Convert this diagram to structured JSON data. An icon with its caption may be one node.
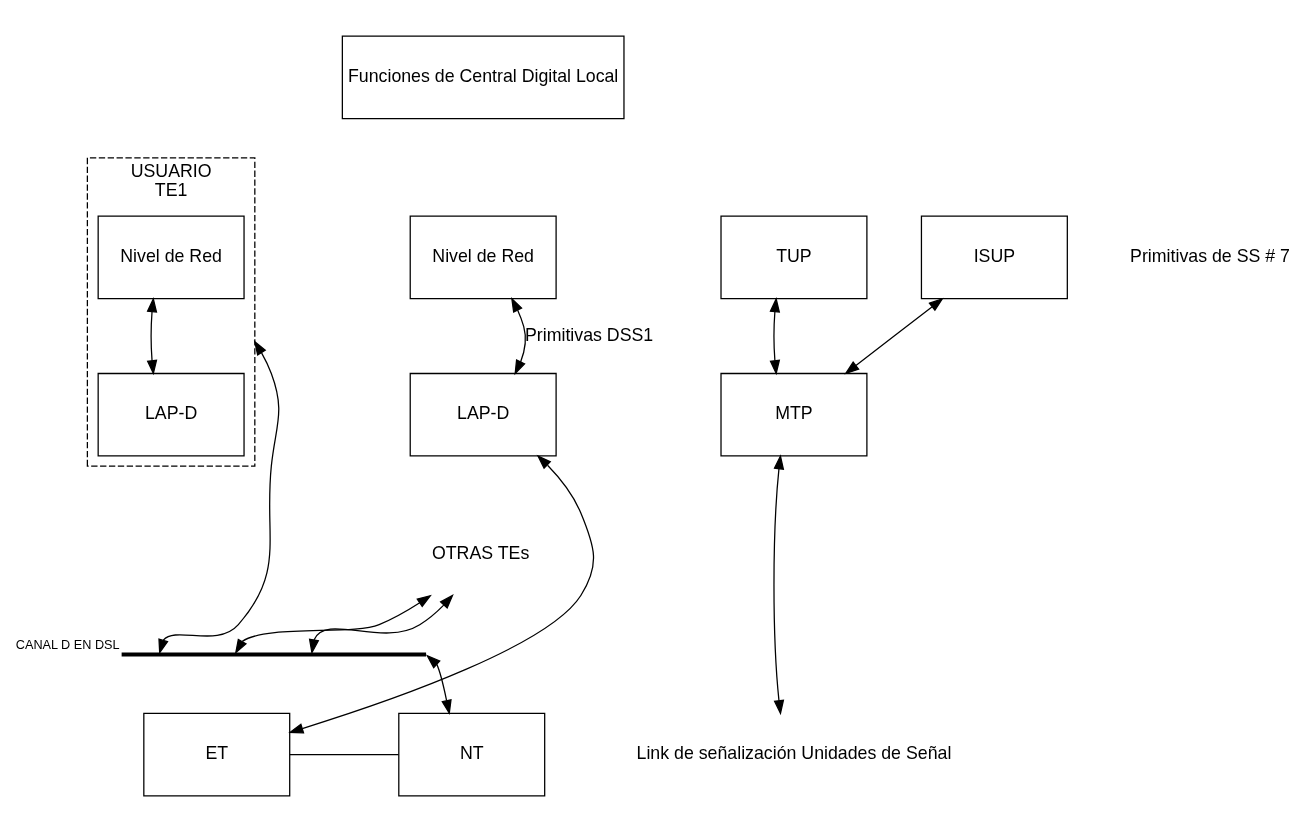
{
  "diagram": {
    "nodes": [
      {
        "text": [
          "USUARIO",
          "TE1"
        ]
      },
      {
        "text": [
          "Nivel de Red"
        ],
        "in": 0
      },
      {
        "text": [
          "LAP-D"
        ],
        "in": 0
      },
      {
        "text": [
          "Funciones de Central Digital Local"
        ]
      },
      {
        "text": [
          "Nivel de Red"
        ]
      },
      {
        "text": [
          "TUP"
        ]
      },
      {
        "text": [
          "ISUP"
        ]
      },
      {
        "text": [
          "LAP-D"
        ]
      },
      {
        "text": [
          "MTP"
        ]
      },
      {
        "text": [],
        "shape": "bar",
        "beside": [
          "CANAL D EN DSL"
        ]
      },
      {
        "text": [
          "NT"
        ]
      },
      {
        "text": [
          "ET"
        ]
      },
      {
        "text": [
          "OTRAS TEs"
        ]
      },
      {
        "text": [
          "Link de señalización Unidades de Señal"
        ]
      }
    ],
    "edges": [
      {
        "from": 1,
        "to": 2,
        "arrow": "both"
      },
      {
        "from": 0,
        "to": 9,
        "arrow": "both"
      },
      {
        "from": 9,
        "to": 12,
        "arrow": "both"
      },
      {
        "from": 9,
        "to": 12,
        "arrow": "both"
      },
      {
        "from": 9,
        "to": 10,
        "arrow": "both"
      },
      {
        "from": 10,
        "to": 11,
        "arrow": "none"
      },
      {
        "from": 11,
        "to": 7,
        "arrow": "both"
      },
      {
        "from": 7,
        "to": 4,
        "arrow": "both",
        "label": "Primitivas DSS1"
      },
      {
        "from": 5,
        "to": 8,
        "arrow": "both"
      },
      {
        "from": 6,
        "to": 8,
        "arrow": "both"
      },
      {
        "from": 8,
        "to": 13,
        "arrow": "both"
      }
    ],
    "labels": [
      "Primitivas de SS # 7"
    ]
  }
}
